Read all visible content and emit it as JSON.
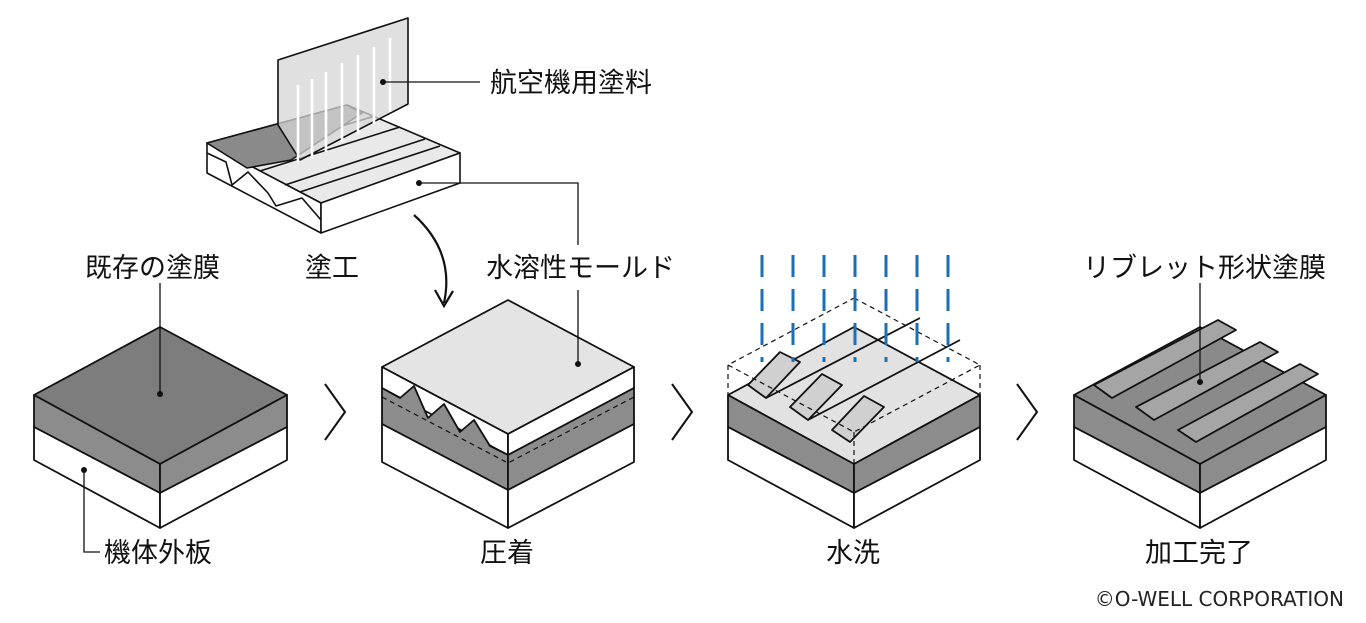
{
  "labels": {
    "aircraft_paint": "航空機用塗料",
    "coating": "塗工",
    "existing_film": "既存の塗膜",
    "water_soluble_mold": "水溶性モールド",
    "riblet_film": "リブレット形状塗膜",
    "aircraft_skin": "機体外板"
  },
  "steps": [
    {
      "label": "圧着"
    },
    {
      "label": "水洗"
    },
    {
      "label": "加工完了"
    }
  ],
  "copyright": "©O-WELL CORPORATION",
  "colors": {
    "film_gray": "#8c8c8c",
    "top_gray": "#7d7d7d",
    "mold_light": "#e4e4e4",
    "water_blue": "#1a6fb5",
    "stroke": "#111111"
  },
  "icons": [
    "step-arrow-icon",
    "curved-arrow-icon",
    "water-spray-icon"
  ]
}
